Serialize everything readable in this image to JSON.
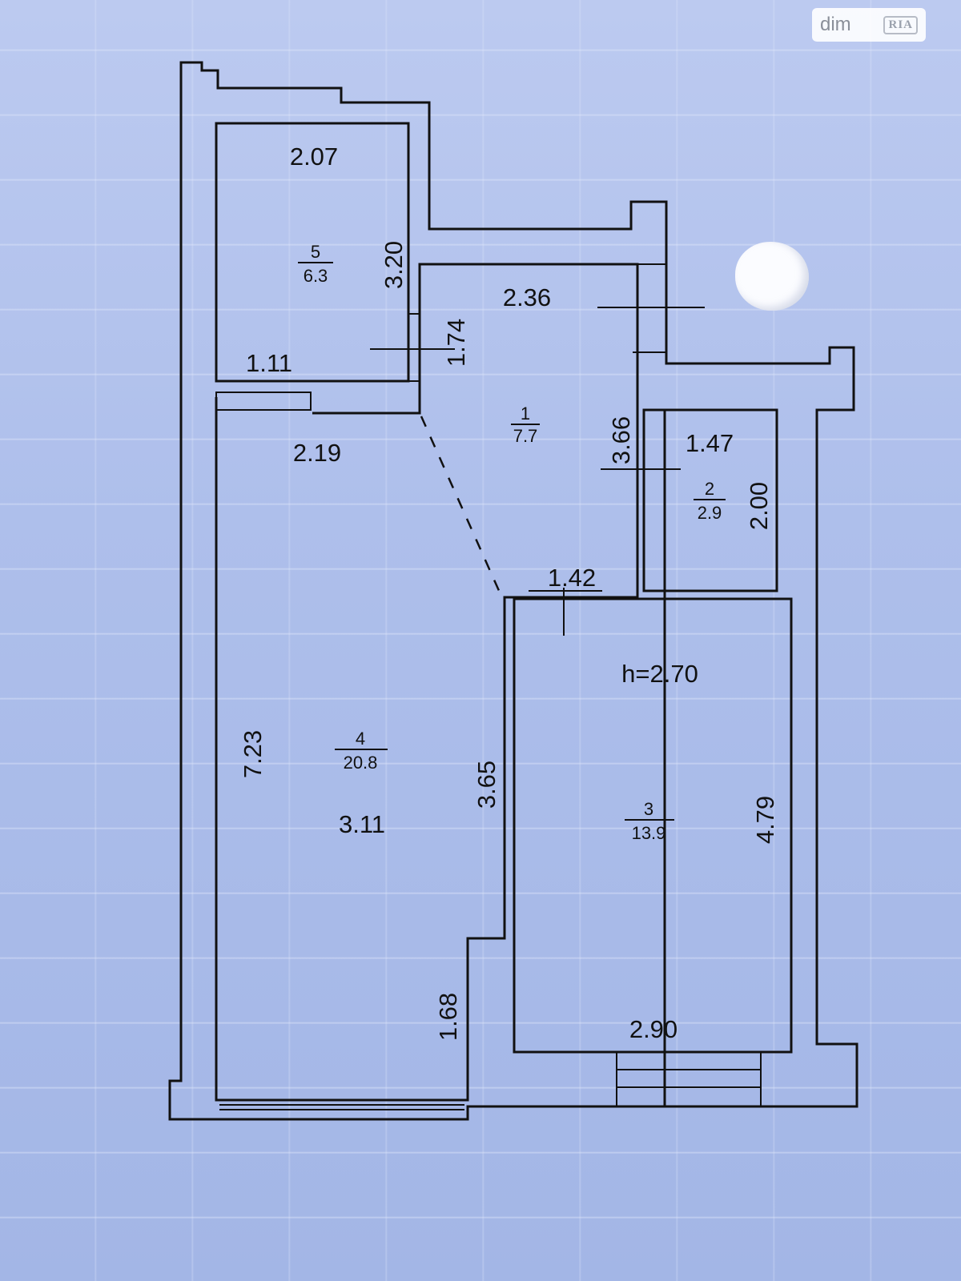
{
  "watermark": {
    "brand": "dim",
    "logo": "RIA"
  },
  "rooms": [
    {
      "number": "1",
      "area": "7.7"
    },
    {
      "number": "2",
      "area": "2.9"
    },
    {
      "number": "3",
      "area": "13.9"
    },
    {
      "number": "4",
      "area": "20.8"
    },
    {
      "number": "5",
      "area": "6.3"
    }
  ],
  "dimensions": [
    {
      "text": "2.07"
    },
    {
      "text": "3.20"
    },
    {
      "text": "2.36"
    },
    {
      "text": "1.74"
    },
    {
      "text": "1.11"
    },
    {
      "text": "2.19"
    },
    {
      "text": "3.66"
    },
    {
      "text": "1.47"
    },
    {
      "text": "2.00"
    },
    {
      "text": "1.42"
    },
    {
      "text": "7.23"
    },
    {
      "text": "3.11"
    },
    {
      "text": "3.65"
    },
    {
      "text": "4.79"
    },
    {
      "text": "1.68"
    },
    {
      "text": "2.90"
    }
  ],
  "ceiling_height": "h=2.70"
}
